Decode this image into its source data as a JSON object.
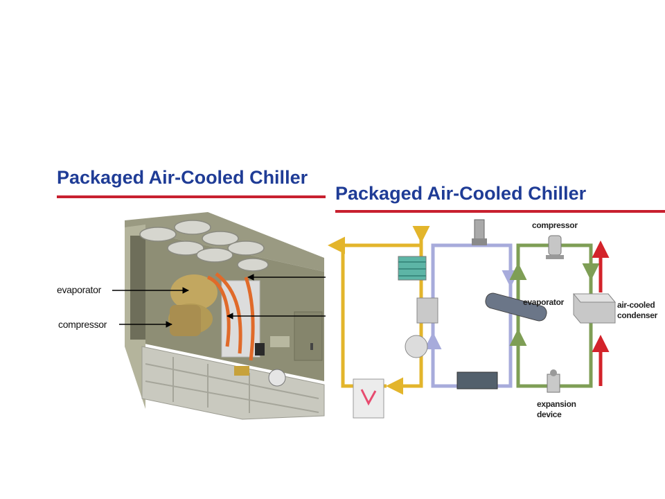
{
  "slide": {
    "title_back": "Packaged Air-Cooled Chiller",
    "title_front": "Packaged Air-Cooled Chiller"
  },
  "photo": {
    "labels": {
      "evaporator": "evaporator",
      "compressor": "compressor"
    }
  },
  "schematic": {
    "labels": {
      "compressor": "compressor",
      "evaporator": "evaporator",
      "condenser_line1": "air-cooled",
      "condenser_line2": "condenser",
      "expansion_line1": "expansion",
      "expansion_line2": "device"
    }
  },
  "colors": {
    "title_blue": "#1f3c96",
    "rule_red": "#c8202f",
    "chilled_water_loop": "#e3b52b",
    "refrigerant_loop_evaporator": "#a7abdb",
    "refrigerant_loop_condenser": "#7e9e55",
    "condenser_air": "#d3232a"
  }
}
